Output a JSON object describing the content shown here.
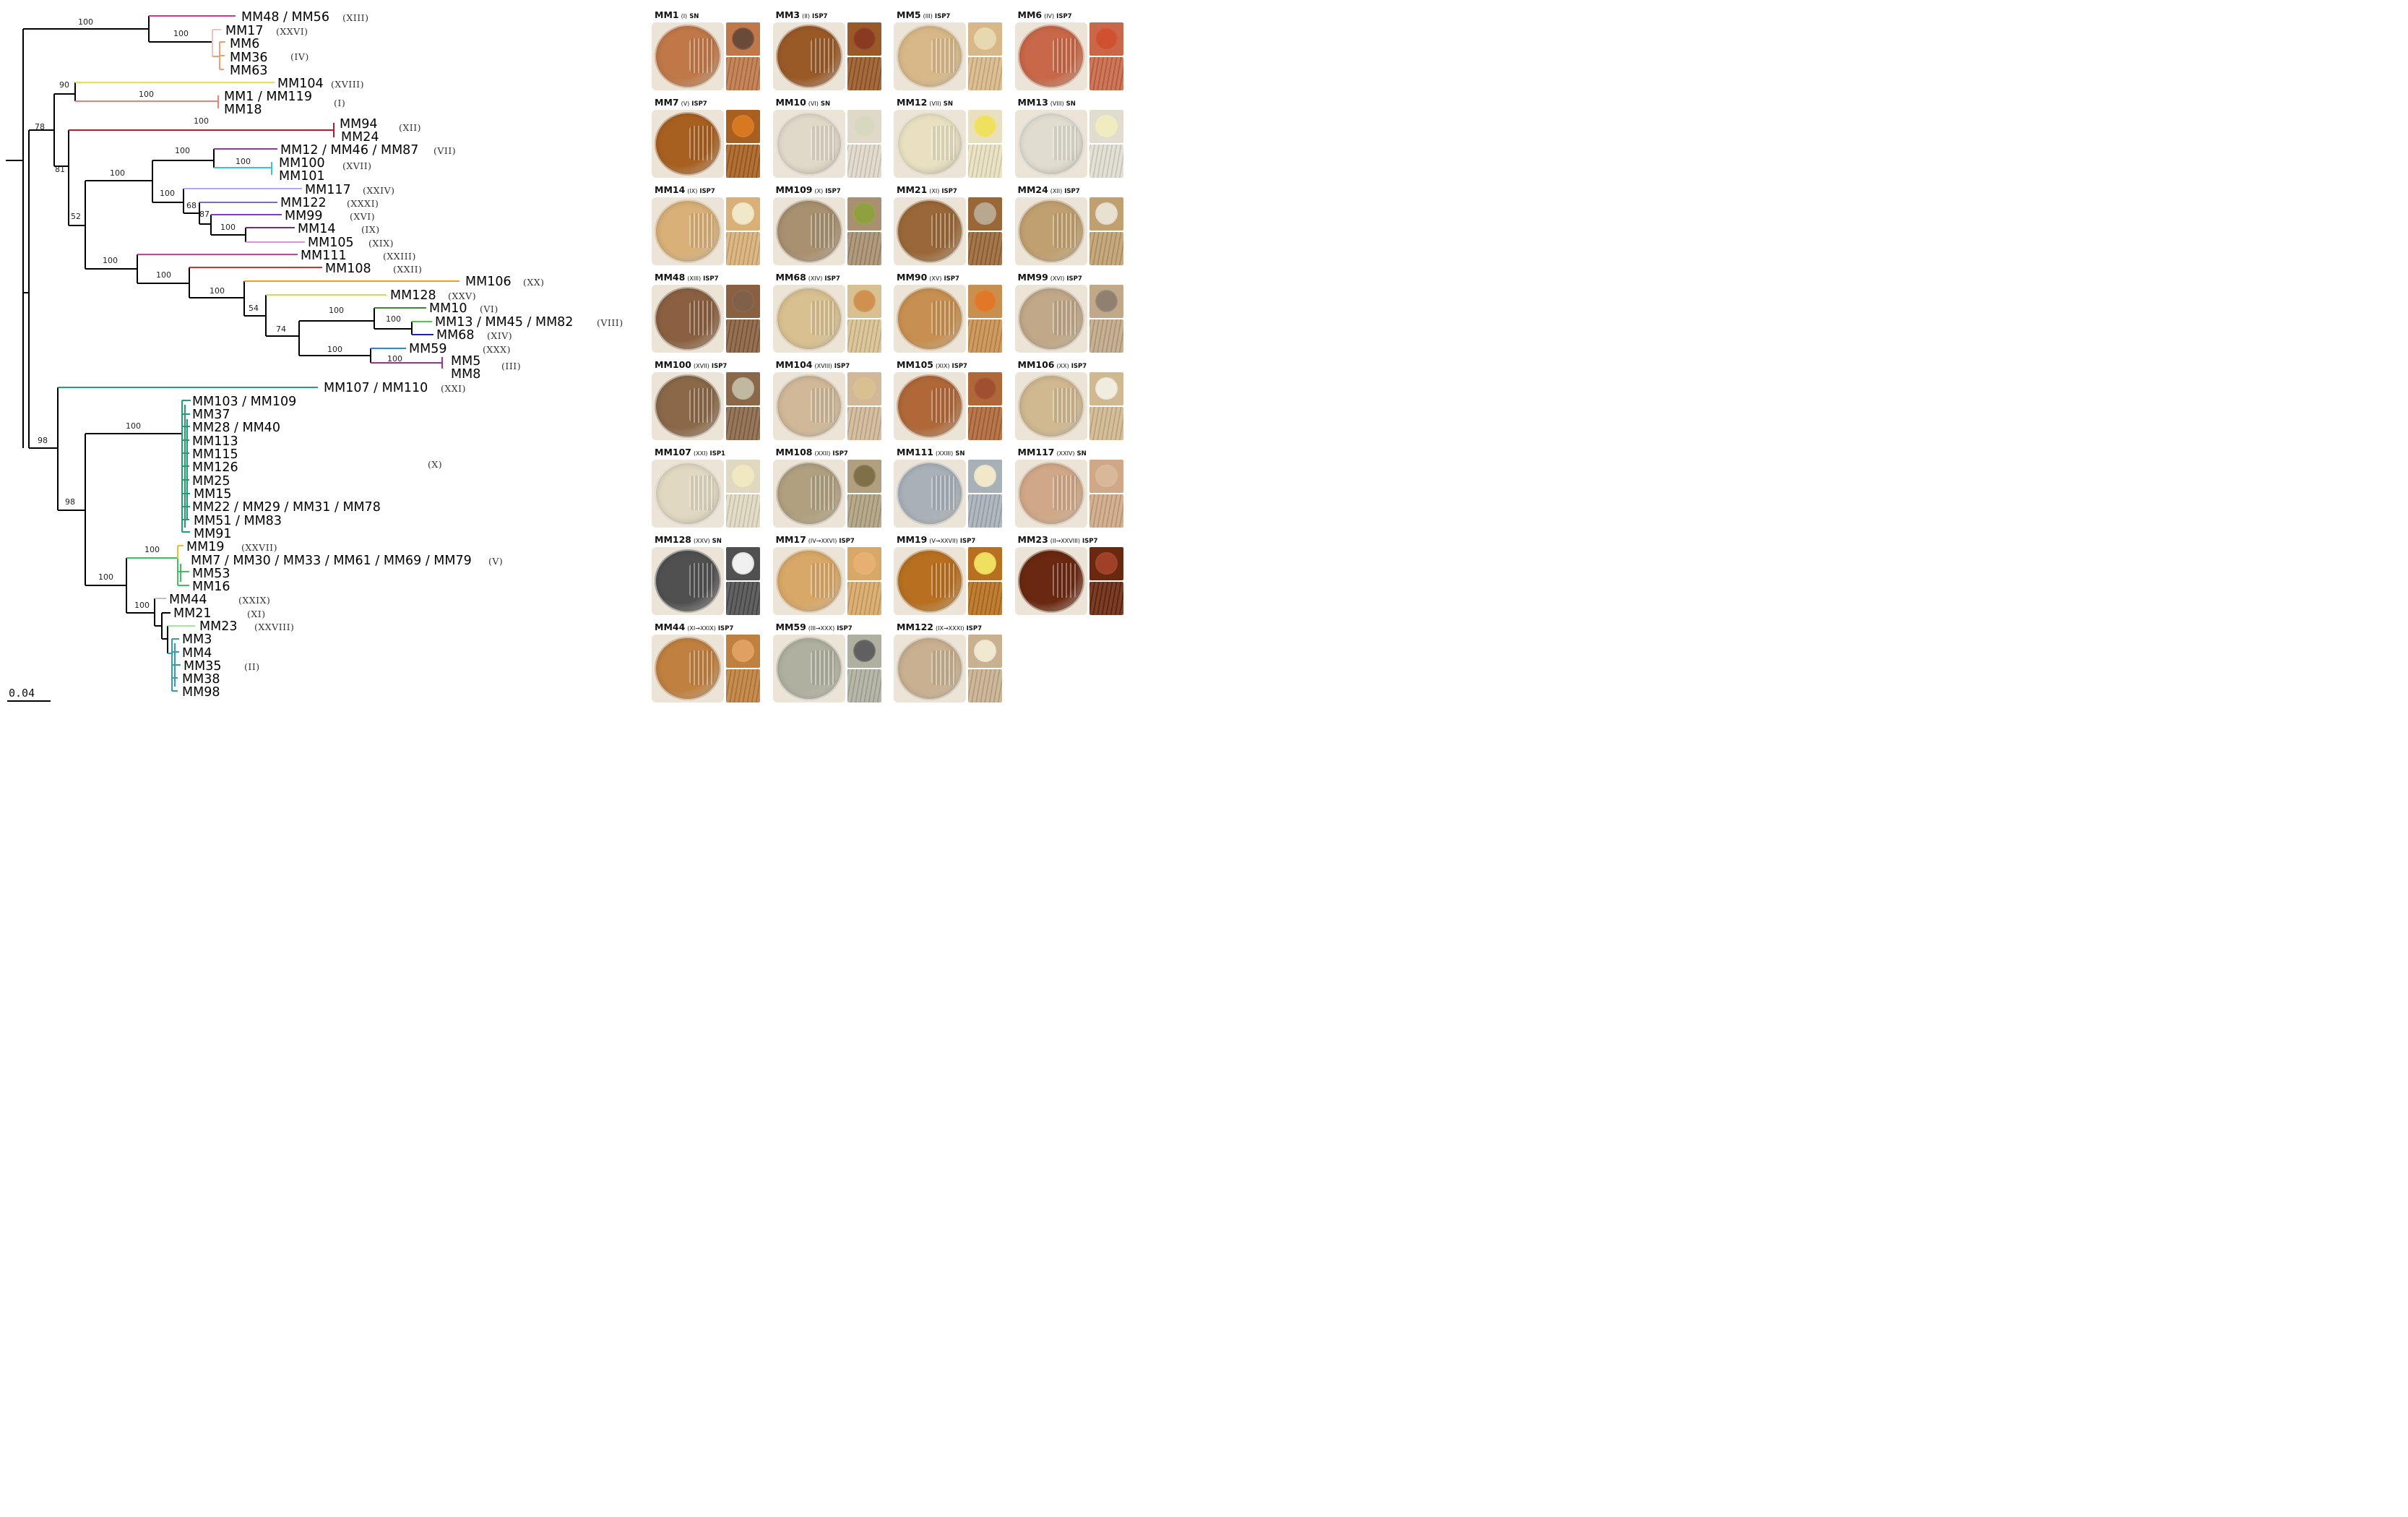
{
  "tree": {
    "tips": {
      "t_mm48": "MM48 / MM56",
      "t_mm17": "MM17",
      "t_mm6": "MM6",
      "t_mm36": "MM36",
      "t_mm63": "MM63",
      "t_mm104": "MM104",
      "t_mm1": "MM1 / MM119",
      "t_mm18": "MM18",
      "t_mm94": "MM94",
      "t_mm24": "MM24",
      "t_mm12": "MM12 / MM46 / MM87",
      "t_mm100": "MM100",
      "t_mm101": "MM101",
      "t_mm117": "MM117",
      "t_mm122": "MM122",
      "t_mm99": "MM99",
      "t_mm14": "MM14",
      "t_mm105": "MM105",
      "t_mm111": "MM111",
      "t_mm108": "MM108",
      "t_mm106": "MM106",
      "t_mm128": "MM128",
      "t_mm10": "MM10",
      "t_mm13": "MM13 / MM45 / MM82",
      "t_mm68": "MM68",
      "t_mm59": "MM59",
      "t_mm5": "MM5",
      "t_mm8": "MM8",
      "t_mm107": "MM107 / MM110",
      "t_mm103": "MM103 / MM109",
      "t_mm37": "MM37",
      "t_mm28": "MM28 / MM40",
      "t_mm113": "MM113",
      "t_mm115": "MM115",
      "t_mm126": "MM126",
      "t_mm25": "MM25",
      "t_mm15": "MM15",
      "t_mm22": "MM22 / MM29 / MM31 / MM78",
      "t_mm51": "MM51 / MM83",
      "t_mm91": "MM91",
      "t_mm19": "MM19",
      "t_mm7": "MM7 / MM30 / MM33 / MM61 / MM69 / MM79",
      "t_mm53": "MM53",
      "t_mm16": "MM16",
      "t_mm44": "MM44",
      "t_mm21": "MM21",
      "t_mm23": "MM23",
      "t_mm3": "MM3",
      "t_mm4": "MM4",
      "t_mm35": "MM35",
      "t_mm38": "MM38",
      "t_mm98": "MM98"
    },
    "groups": {
      "g_xiii": "(XIII)",
      "g_xxvi": "(XXVI)",
      "g_iv": "(IV)",
      "g_xviii": "(XVIII)",
      "g_i": "(I)",
      "g_xii": "(XII)",
      "g_vii": "(VII)",
      "g_xvii": "(XVII)",
      "g_xxiv": "(XXIV)",
      "g_xxxi": "(XXXI)",
      "g_xvi": "(XVI)",
      "g_ix": "(IX)",
      "g_xix": "(XIX)",
      "g_xxiii": "(XXIII)",
      "g_xxii": "(XXII)",
      "g_xx": "(XX)",
      "g_xxv": "(XXV)",
      "g_vi": "(VI)",
      "g_viii": "(VIII)",
      "g_xiv": "(XIV)",
      "g_xxx": "(XXX)",
      "g_iii": "(III)",
      "g_xxi": "(XXI)",
      "g_x": "(X)",
      "g_xxvii": "(XXVII)",
      "g_v": "(V)",
      "g_xxix": "(XXIX)",
      "g_xi": "(XI)",
      "g_xxviii": "(XXVIII)",
      "g_ii": "(II)"
    },
    "bootstrap": {
      "b1": "100",
      "b2": "100",
      "b3": "90",
      "b4": "100",
      "b5": "78",
      "b6": "100",
      "b7": "81",
      "b8": "100",
      "b9": "100",
      "b10": "100",
      "b11": "100",
      "b12": "68",
      "b13": "87",
      "b14": "100",
      "b15": "52",
      "b16": "100",
      "b17": "100",
      "b18": "100",
      "b19": "54",
      "b20": "74",
      "b21": "100",
      "b22": "100",
      "b23": "100",
      "b24": "100",
      "b25": "98",
      "b26": "100",
      "b27": "98",
      "b28": "100",
      "b29": "100",
      "b30": "100"
    },
    "scale_bar_label": "0.04",
    "colors": {
      "xiii": "#c83a8c",
      "iv": "#f0a070",
      "xxvi": "#f4c0c0",
      "xviii": "#f0e040",
      "i": "#f08080",
      "xii": "#b02030",
      "vii": "#a030c0",
      "xvii": "#40c0d8",
      "xxiv": "#b0a8f0",
      "xxxi": "#7070c8",
      "xvi": "#8040b8",
      "ix": "#703080",
      "xix": "#e090e0",
      "xxiii": "#d040a0",
      "xxii": "#d83030",
      "xx": "#f0a020",
      "xxv": "#d0e040",
      "vi": "#408830",
      "viii": "#40d040",
      "xiv": "#2020a0",
      "xxx": "#2090d0",
      "iii": "#a030a0",
      "xxi": "#20a080",
      "x": "#20a070",
      "v": "#40c060",
      "xxvii": "#e8c030",
      "xxix": "#c0c0c0",
      "xi": "#d0d0d0",
      "xxviii": "#a0e8a0",
      "ii": "#30a0b0"
    }
  },
  "panel": {
    "cells": [
      {
        "id": "MM1",
        "grp": "(I)",
        "med": "SN",
        "bg": "#c07848",
        "top": "#6a4a38"
      },
      {
        "id": "MM3",
        "grp": "(II)",
        "med": "ISP7",
        "bg": "#9a5a28",
        "top": "#8a3a20"
      },
      {
        "id": "MM5",
        "grp": "(III)",
        "med": "ISP7",
        "bg": "#d8b888",
        "top": "#e8d8b0"
      },
      {
        "id": "MM6",
        "grp": "(IV)",
        "med": "ISP7",
        "bg": "#c86848",
        "top": "#d05030"
      },
      {
        "id": "MM7",
        "grp": "(V)",
        "med": "ISP7",
        "bg": "#a86020",
        "top": "#d87820"
      },
      {
        "id": "MM10",
        "grp": "(VI)",
        "med": "SN",
        "bg": "#e0d8c8",
        "top": "#d8d8c0"
      },
      {
        "id": "MM12",
        "grp": "(VII)",
        "med": "SN",
        "bg": "#e8e0c0",
        "top": "#f0e060"
      },
      {
        "id": "MM13",
        "grp": "(VIII)",
        "med": "SN",
        "bg": "#e0dcd0",
        "top": "#f0ecc0"
      },
      {
        "id": "MM14",
        "grp": "(IX)",
        "med": "ISP7",
        "bg": "#d8b078",
        "top": "#f0e8c8"
      },
      {
        "id": "MM109",
        "grp": "(X)",
        "med": "ISP7",
        "bg": "#a89070",
        "top": "#90a040"
      },
      {
        "id": "MM21",
        "grp": "(XI)",
        "med": "ISP7",
        "bg": "#9a6838",
        "top": "#b8a890"
      },
      {
        "id": "MM24",
        "grp": "(XII)",
        "med": "ISP7",
        "bg": "#c0a070",
        "top": "#e8e0d0"
      },
      {
        "id": "MM48",
        "grp": "(XIII)",
        "med": "ISP7",
        "bg": "#8a6040",
        "top": "#806048"
      },
      {
        "id": "MM68",
        "grp": "(XIV)",
        "med": "ISP7",
        "bg": "#d8c090",
        "top": "#d09050"
      },
      {
        "id": "MM90",
        "grp": "(XV)",
        "med": "ISP7",
        "bg": "#c89050",
        "top": "#e07828"
      },
      {
        "id": "MM99",
        "grp": "(XVI)",
        "med": "ISP7",
        "bg": "#c0a888",
        "top": "#908070"
      },
      {
        "id": "MM100",
        "grp": "(XVII)",
        "med": "ISP7",
        "bg": "#8a6848",
        "top": "#c0b8a0"
      },
      {
        "id": "MM104",
        "grp": "(XVIII)",
        "med": "ISP7",
        "bg": "#d0b898",
        "top": "#d8c090"
      },
      {
        "id": "MM105",
        "grp": "(XIX)",
        "med": "ISP7",
        "bg": "#b06838",
        "top": "#a05030"
      },
      {
        "id": "MM106",
        "grp": "(XX)",
        "med": "ISP7",
        "bg": "#d0b890",
        "top": "#f0ece0"
      },
      {
        "id": "MM107",
        "grp": "(XXI)",
        "med": "ISP1",
        "bg": "#e0d8c0",
        "top": "#f0e8c0"
      },
      {
        "id": "MM108",
        "grp": "(XXII)",
        "med": "ISP7",
        "bg": "#b0a080",
        "top": "#807048"
      },
      {
        "id": "MM111",
        "grp": "(XXIII)",
        "med": "SN",
        "bg": "#a8b0b8",
        "top": "#f0e8c8"
      },
      {
        "id": "MM117",
        "grp": "(XXIV)",
        "med": "SN",
        "bg": "#d0a888",
        "top": "#d8b898"
      },
      {
        "id": "MM128",
        "grp": "(XXV)",
        "med": "SN",
        "bg": "#505050",
        "top": "#f0f0f0"
      },
      {
        "id": "MM17",
        "grp": "(IV→XXVI)",
        "med": "ISP7",
        "bg": "#d8a868",
        "top": "#e8b070"
      },
      {
        "id": "MM19",
        "grp": "(V→XXVII)",
        "med": "ISP7",
        "bg": "#b87020",
        "top": "#f0e060"
      },
      {
        "id": "MM23",
        "grp": "(II→XXVIII)",
        "med": "ISP7",
        "bg": "#6a2810",
        "top": "#a04028"
      },
      {
        "id": "MM44",
        "grp": "(XI→XXIX)",
        "med": "ISP7",
        "bg": "#c08040",
        "top": "#e0a060"
      },
      {
        "id": "MM59",
        "grp": "(III→XXX)",
        "med": "ISP7",
        "bg": "#b0b0a0",
        "top": "#606060"
      },
      {
        "id": "MM122",
        "grp": "(IX→XXXI)",
        "med": "ISP7",
        "bg": "#c8b090",
        "top": "#f0e8d0"
      }
    ]
  }
}
